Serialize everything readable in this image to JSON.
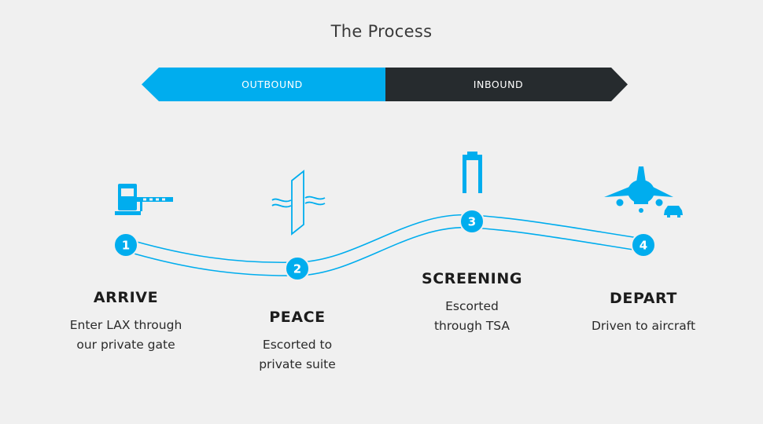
{
  "header": {
    "title": "The Process"
  },
  "tabs": [
    {
      "label": "OUTBOUND",
      "active": true
    },
    {
      "label": "INBOUND",
      "active": false
    }
  ],
  "colors": {
    "accent": "#00adee",
    "dark_tab": "#262b2e",
    "background": "#f0f0f0"
  },
  "steps": [
    {
      "number": "1",
      "heading": "ARRIVE",
      "description": [
        "Enter LAX through",
        "our private gate"
      ],
      "icon": "parking-gate-icon"
    },
    {
      "number": "2",
      "heading": "PEACE",
      "description": [
        "Escorted to",
        "private suite"
      ],
      "icon": "door-breeze-icon"
    },
    {
      "number": "3",
      "heading": "SCREENING",
      "description": [
        "Escorted",
        "through TSA"
      ],
      "icon": "metal-detector-icon"
    },
    {
      "number": "4",
      "heading": "DEPART",
      "description": [
        "Driven to aircraft"
      ],
      "icon": "airplane-car-icon"
    }
  ]
}
